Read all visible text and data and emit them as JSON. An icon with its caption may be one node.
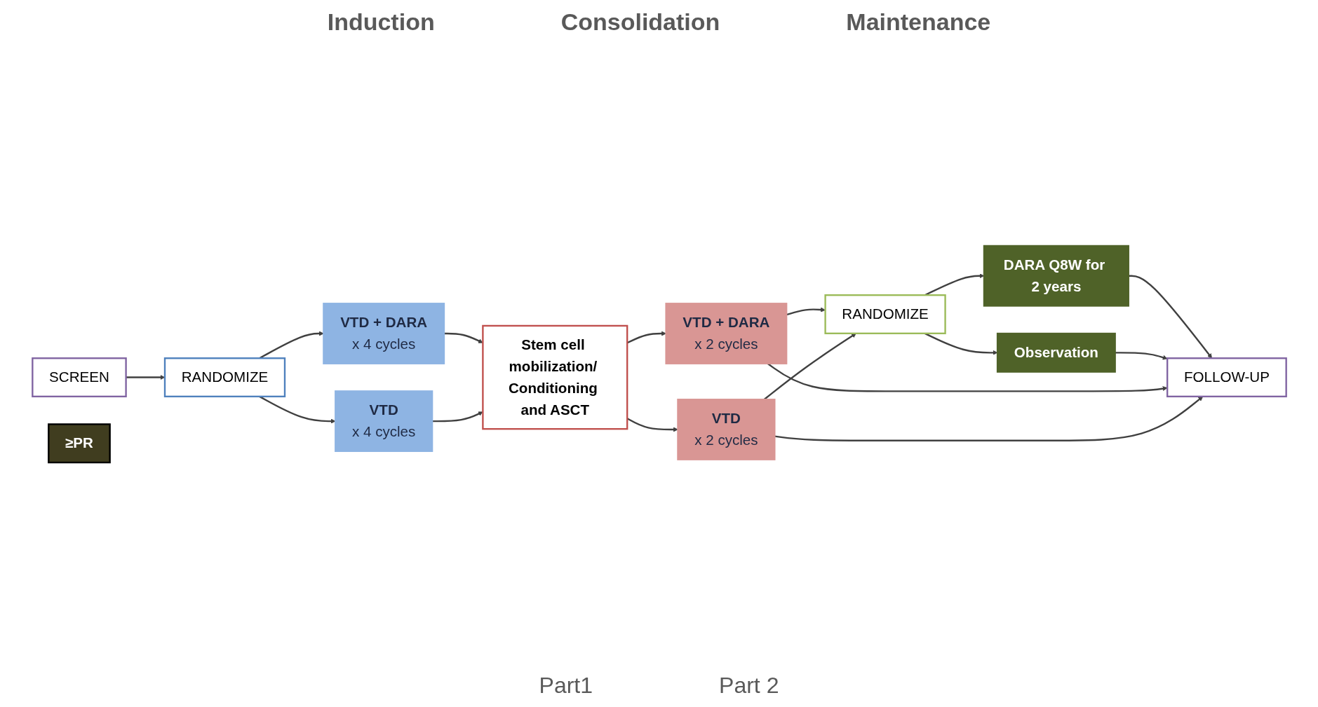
{
  "diagram": {
    "nodes": [
      {
        "text": [
          "SCREEN"
        ]
      },
      {
        "text": [
          "RANDOMIZE"
        ]
      },
      {
        "text": [
          "VTD + DARA",
          "x 4 cycles"
        ]
      },
      {
        "text": [
          "VTD",
          "x 4 cycles"
        ]
      },
      {
        "text": [
          "Stem cell mobilization/ Conditioning and ASCT"
        ]
      },
      {
        "text": [
          "VTD + DARA",
          "x 2 cycles"
        ]
      },
      {
        "text": [
          "VTD",
          "x 2 cycles"
        ]
      },
      {
        "text": [
          "≥PR"
        ]
      },
      {
        "text": [
          "RANDOMIZE"
        ]
      },
      {
        "text": [
          "DARA Q8W for 2 years"
        ]
      },
      {
        "text": [
          "Observation"
        ]
      },
      {
        "text": [
          "FOLLOW-UP"
        ]
      }
    ],
    "edges": [
      {
        "from": 0,
        "to": 1,
        "arrow": "to"
      },
      {
        "from": 1,
        "to": 2,
        "arrow": "to"
      },
      {
        "from": 1,
        "to": 3,
        "arrow": "to"
      },
      {
        "from": 2,
        "to": 4,
        "arrow": "to"
      },
      {
        "from": 3,
        "to": 4,
        "arrow": "to"
      },
      {
        "from": 4,
        "to": 5,
        "arrow": "to"
      },
      {
        "from": 4,
        "to": 6,
        "arrow": "to"
      },
      {
        "from": 5,
        "to": 8,
        "arrow": "to"
      },
      {
        "from": 6,
        "to": 8,
        "arrow": "to"
      },
      {
        "from": 8,
        "to": 9,
        "arrow": "to"
      },
      {
        "from": 8,
        "to": 10,
        "arrow": "to"
      },
      {
        "from": 9,
        "to": 11,
        "arrow": "to"
      },
      {
        "from": 10,
        "to": 11,
        "arrow": "to"
      },
      {
        "from": 5,
        "to": 11,
        "arrow": "to"
      },
      {
        "from": 6,
        "to": 11,
        "arrow": "to"
      }
    ],
    "labels": [
      "Induction",
      "Consolidation",
      "Maintenance",
      "Part1",
      "Part 2"
    ]
  }
}
